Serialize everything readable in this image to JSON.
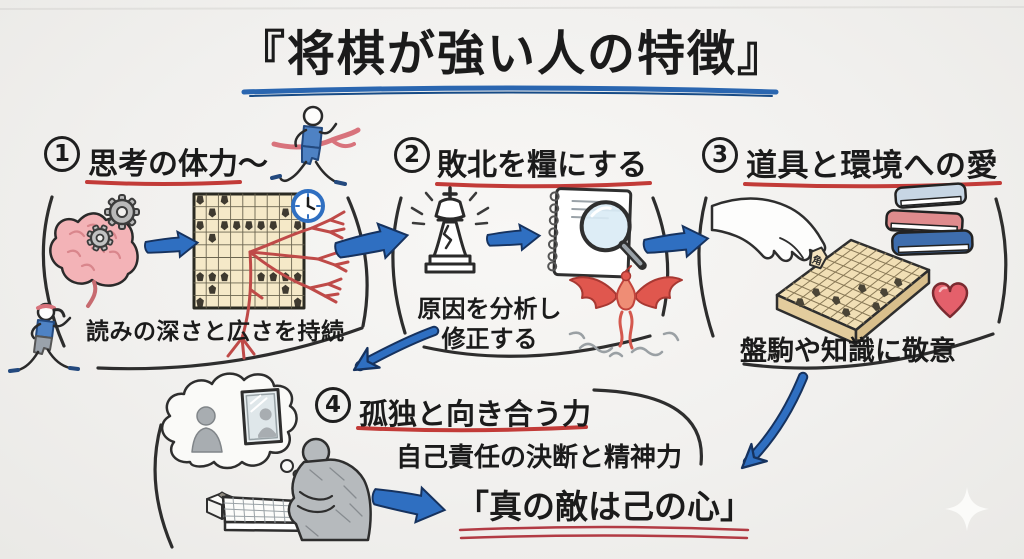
{
  "title": "『将棋が強い人の特徴』",
  "sections": {
    "s1": {
      "number": "1",
      "heading": "思考の体力",
      "suffix": "〜",
      "caption": "読みの深さと広さを持続"
    },
    "s2": {
      "number": "2",
      "heading": "敗北を糧にする",
      "caption_line1": "原因を分析し",
      "caption_line2": "修正する"
    },
    "s3": {
      "number": "3",
      "heading": "道具と環境への愛",
      "caption": "盤駒や知識に敬意",
      "piece_kanji": "角"
    },
    "s4": {
      "number": "4",
      "heading": "孤独と向き合う力",
      "subtext": "自己責任の決断と精神力",
      "result": "「真の敵は己の心」"
    }
  },
  "icons": {
    "brain_gears": "brain-with-gears",
    "clock": "analog-clock",
    "shogi_board_tree": "shogi-board-with-variation-tree",
    "runner_finish": "runner-crossing-finish-line",
    "runner": "female-runner",
    "fallen_king": "cracked-chess-king",
    "notebook_magnifier": "notebook-with-magnifying-glass",
    "phoenix": "phoenix-rising-from-ashes",
    "hand_piece": "hand-placing-shogi-piece",
    "shogi_board_3d": "wooden-shogi-board",
    "books": "stack-of-books",
    "heart": "heart",
    "thought_mirror": "thought-bubble-with-mirror",
    "thinker": "person-thinking-at-board",
    "sparkle": "sparkle"
  },
  "colors": {
    "underline_red": "#c23b38",
    "underline_blue": "#2a66b0",
    "arrow_blue": "#2f6fc1",
    "brain_pink": "#f3b3b7",
    "heart_red": "#e4606b",
    "phoenix_red": "#e0574e",
    "board_tan": "#f3e6c4"
  }
}
